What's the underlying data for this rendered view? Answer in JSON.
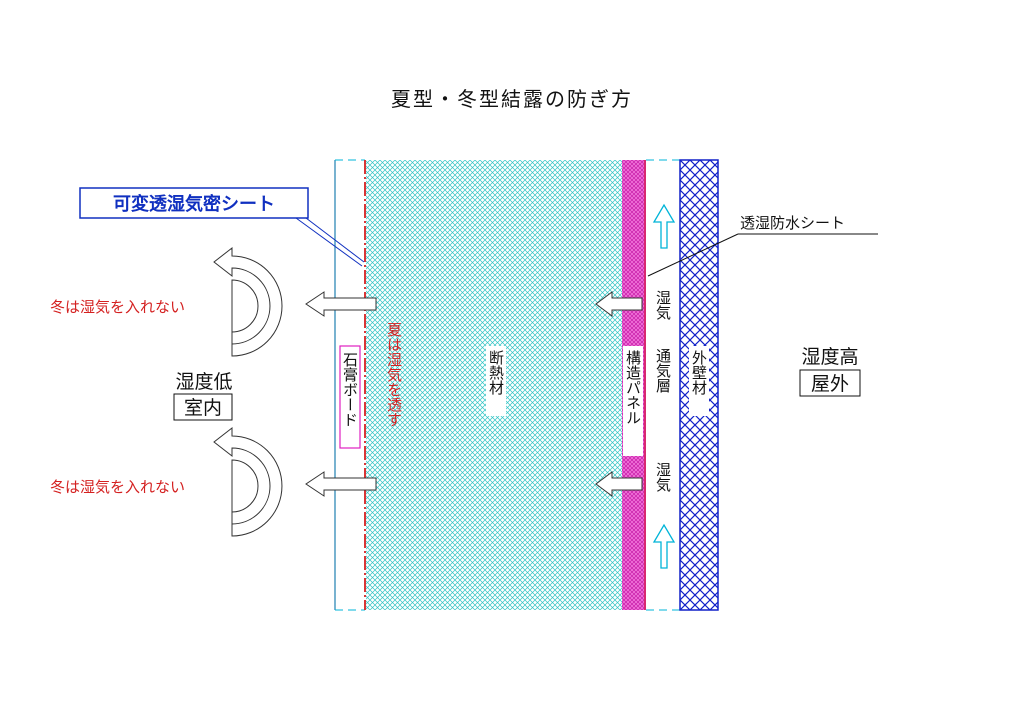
{
  "title": "夏型・冬型結露の防ぎ方",
  "callouts": {
    "variable_sheet": "可変透湿気密シート",
    "breathable_sheet": "透湿防水シート"
  },
  "indoor": {
    "humidity": "湿度低",
    "label": "室内",
    "winter_note_top": "冬は湿気を入れない",
    "winter_note_bottom": "冬は湿気を入れない"
  },
  "outdoor": {
    "humidity": "湿度高",
    "label": "屋外"
  },
  "layers": {
    "gypsum_board": "石膏ボード",
    "summer_note": "夏は湿気を透す",
    "insulation": "断熱材",
    "structural_panel": "構造パネル",
    "ventilation_layer": "通気層",
    "exterior_wall": "外壁材",
    "moisture_top": "湿気",
    "moisture_bottom": "湿気"
  },
  "colors": {
    "cyan_line": "#00b4d8",
    "red_text": "#d42020",
    "blue_frame": "#1030c0",
    "magenta": "#e020c0",
    "insulation_hatch": "#30c8c8",
    "exterior_hatch": "#1020c8"
  }
}
